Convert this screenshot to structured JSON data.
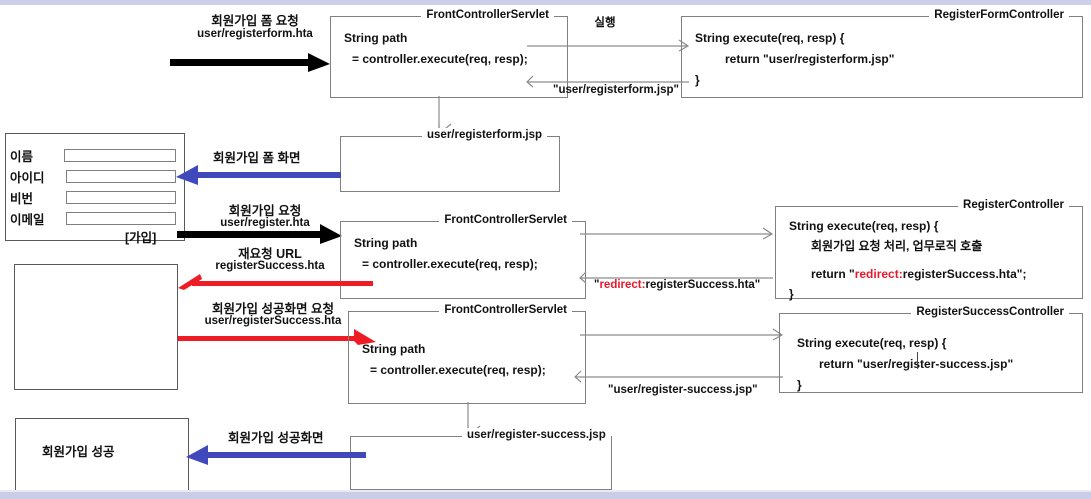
{
  "diagram": {
    "title": "Spring MVC FrontController flow (registration)",
    "colors": {
      "black_arrow": "#000000",
      "blue_arrow": "#4049bb",
      "red_arrow": "#ee1c25",
      "gray_connector": "#8c8c8c",
      "box_border": "#808080",
      "slide_edge": "#ccd0e8",
      "highlight_red": "#e8192c"
    }
  },
  "row1": {
    "request_label_line1": "회원가입 폼 요청",
    "request_label_line2": "user/registerform.hta",
    "servlet": {
      "title": "FrontControllerServlet",
      "line1": "String path",
      "line2": "= controller.execute(req, resp);"
    },
    "call_label": "실행",
    "return_label": "\"user/registerform.jsp\"",
    "controller": {
      "title": "RegisterFormController",
      "line1": "String execute(req, resp) {",
      "line2": "return \"user/registerform.jsp\"",
      "line3": "}"
    },
    "view": {
      "title": "user/registerform.jsp"
    }
  },
  "row2": {
    "form_screen": {
      "fields": [
        {
          "label": "이름",
          "value": ""
        },
        {
          "label": "아이디",
          "value": ""
        },
        {
          "label": "비번",
          "value": ""
        },
        {
          "label": "이메일",
          "value": ""
        }
      ],
      "submit_label": "[가입]"
    },
    "form_view_label": "회원가입 폼 화면",
    "request_label_line1": "회원가입 요청",
    "request_label_line2": "user/register.hta",
    "servlet": {
      "title": "FrontControllerServlet",
      "line1": "String path",
      "line2": "= controller.execute(req, resp);"
    },
    "return_label_prefix": "redirect:",
    "return_label_full": "\"redirect:registerSuccess.hta\"",
    "return_label_quote_open": "\"",
    "return_label_rest": "registerSuccess.hta\"",
    "controller": {
      "title": "RegisterController",
      "line1": "String execute(req, resp) {",
      "line2": "회원가입 요청 처리, 업무로직 호출",
      "line3_prefix": "return  \"",
      "line3_red": "redirect:",
      "line3_rest": "registerSuccess.hta\";",
      "line4": "}"
    },
    "redirect_label_line1": "재요청 URL",
    "redirect_label_line2": "registerSuccess.hta"
  },
  "row3": {
    "request_label_line1": "회원가입 성공화면 요청",
    "request_label_line2": "user/registerSuccess.hta",
    "servlet": {
      "title": "FrontControllerServlet",
      "line1": "String path",
      "line2": "= controller.execute(req, resp);"
    },
    "return_label": "\"user/register-success.jsp\"",
    "controller": {
      "title": "RegisterSuccessController",
      "line1": "String execute(req, resp) {",
      "line2": "return   \"user/register-success.jsp\"",
      "line3": "}"
    }
  },
  "row4": {
    "success_screen_text": "회원가입 성공",
    "success_view_label": "회원가입 성공화면",
    "view": {
      "title": "user/register-success.jsp"
    }
  }
}
